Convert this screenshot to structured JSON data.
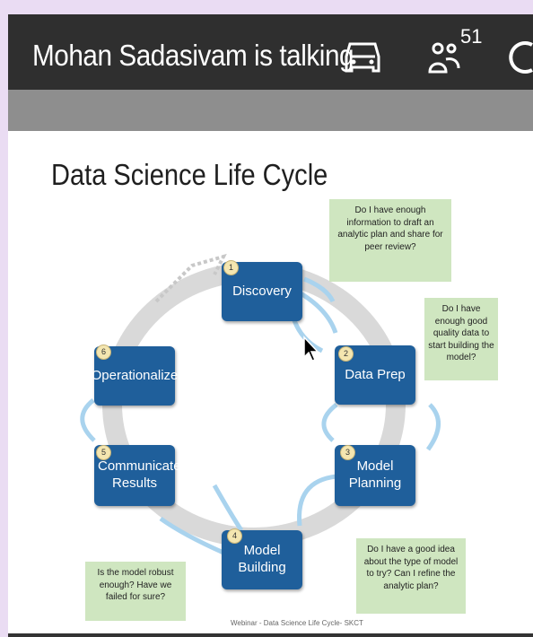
{
  "header": {
    "talking_label": "Mohan Sadasivam is talking",
    "participant_count": "51",
    "car_icon": "car-icon",
    "people_icon": "people-icon"
  },
  "slide": {
    "title": "Data Science Life Cycle",
    "phases": [
      {
        "num": "1",
        "label": "Discovery"
      },
      {
        "num": "2",
        "label": "Data Prep"
      },
      {
        "num": "3",
        "label": "Model Planning"
      },
      {
        "num": "4",
        "label": "Model Building"
      },
      {
        "num": "5",
        "label": "Communicate Results"
      },
      {
        "num": "6",
        "label": "Operationalize"
      }
    ],
    "bubbles": [
      "Do I have enough information to draft an analytic plan and share for peer review?",
      "Do I have enough good quality data to start building the model?",
      "Do I have a good idea about the type of model to try? Can I refine the analytic plan?",
      "Is the model robust enough? Have we failed for sure?"
    ],
    "footer": "Webinar - Data Science Life Cycle- SKCT"
  },
  "colors": {
    "topbar": "#2f2f2f",
    "phase_box": "#1f5f9b",
    "bubble": "#cfe6c0",
    "arrow": "#a9d3ee"
  }
}
